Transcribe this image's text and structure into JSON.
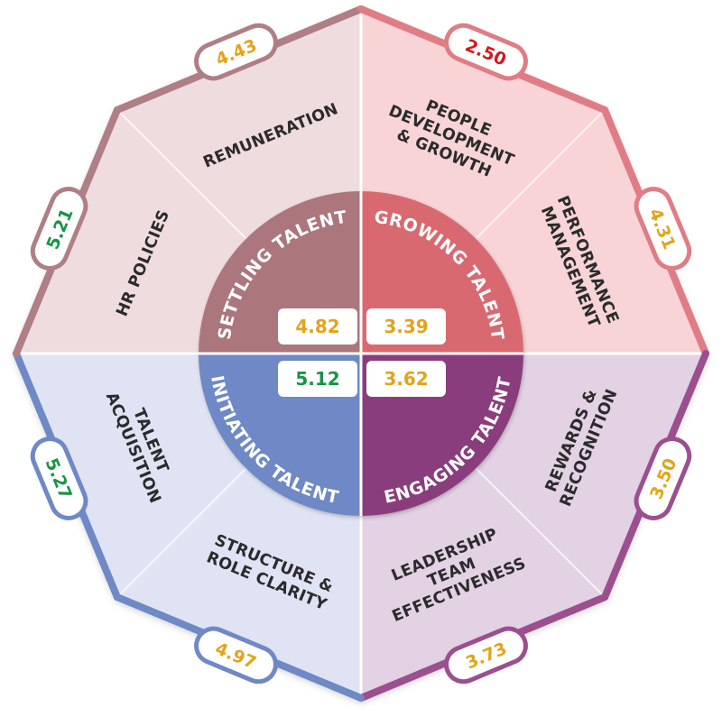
{
  "colors": {
    "green": "#179447",
    "orange": "#e3a31a",
    "red": "#d4181e"
  },
  "quadrants": [
    {
      "id": "settling",
      "label": "SETTLING TALENT",
      "score": "4.82",
      "score_color": "orange",
      "fill": "#ab767c",
      "segment_fill": "#efdcde",
      "border": "#b07e85"
    },
    {
      "id": "growing",
      "label": "GROWING TALENT",
      "score": "3.39",
      "score_color": "orange",
      "fill": "#d9696f",
      "segment_fill": "#f8d4d6",
      "border": "#e07c84"
    },
    {
      "id": "engaging",
      "label": "ENGAGING TALENT",
      "score": "3.62",
      "score_color": "orange",
      "fill": "#8a3c7d",
      "segment_fill": "#e3d1e4",
      "border": "#9b4f8f"
    },
    {
      "id": "initiating",
      "label": "INITIATING TALENT",
      "score": "5.12",
      "score_color": "green",
      "fill": "#6e89c5",
      "segment_fill": "#dfe3f3",
      "border": "#6f88c6"
    }
  ],
  "segments": [
    {
      "id": "remuneration",
      "lines": [
        "REMUNERATION"
      ],
      "score": "4.43",
      "score_color": "orange",
      "quadrant": "settling"
    },
    {
      "id": "people-development",
      "lines": [
        "PEOPLE",
        "DEVELOPMENT",
        "& GROWTH"
      ],
      "score": "2.50",
      "score_color": "red",
      "quadrant": "growing"
    },
    {
      "id": "performance-management",
      "lines": [
        "PERFORMANCE",
        "MANAGEMENT"
      ],
      "score": "4.31",
      "score_color": "orange",
      "quadrant": "growing"
    },
    {
      "id": "rewards-recognition",
      "lines": [
        "REWARDS &",
        "RECOGNITION"
      ],
      "score": "3.50",
      "score_color": "orange",
      "quadrant": "engaging"
    },
    {
      "id": "leadership-team",
      "lines": [
        "LEADERSHIP",
        "TEAM",
        "EFFECTIVENESS"
      ],
      "score": "3.73",
      "score_color": "orange",
      "quadrant": "engaging"
    },
    {
      "id": "structure-role",
      "lines": [
        "STRUCTURE &",
        "ROLE CLARITY"
      ],
      "score": "4.97",
      "score_color": "orange",
      "quadrant": "initiating"
    },
    {
      "id": "talent-acquisition",
      "lines": [
        "TALENT",
        "ACQUISITION"
      ],
      "score": "5.27",
      "score_color": "green",
      "quadrant": "initiating"
    },
    {
      "id": "hr-policies",
      "lines": [
        "HR POLICIES"
      ],
      "score": "5.21",
      "score_color": "green",
      "quadrant": "settling"
    }
  ]
}
